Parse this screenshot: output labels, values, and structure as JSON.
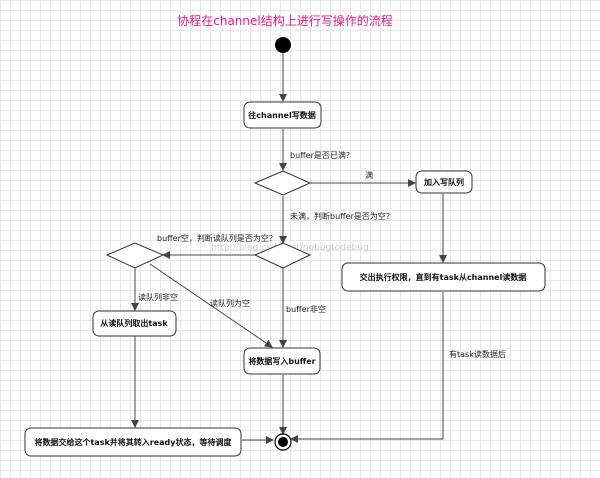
{
  "title": "协程在channel结构上进行写操作的流程",
  "colors": {
    "title": "#e0208a",
    "node_stroke": "#333333",
    "edge": "#444444"
  },
  "nodes": {
    "write_data": "往channel写数据",
    "join_queue": "加入写队列",
    "hand_over": "交出执行权限，直到有task从channel读数据",
    "take_task": "从读队列取出task",
    "write_buffer": "将数据写入buffer",
    "handoff_ready": "将数据交给这个task并将其转入ready状态，等待调度"
  },
  "edge_labels": {
    "buffer_full_q": "buffer是否已满?",
    "full": "满",
    "not_full_q": "未满，判断buffer是否为空?",
    "empty_q": "buffer空，判断读队列是否为空?",
    "queue_not_empty": "读队列非空",
    "queue_empty": "读队列为空",
    "buffer_not_empty": "buffer非空",
    "after_read": "有task读数据后"
  },
  "watermark": "http://blog.csdn.net/nobugtodebug"
}
